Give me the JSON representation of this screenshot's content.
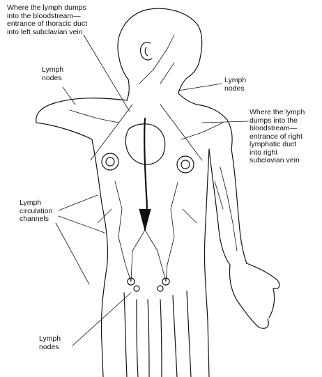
{
  "title": "",
  "labels": {
    "thoracic_duct": [
      "Where the lymph dumps",
      "into the bloodstream—",
      "entrance of thoracic duct",
      "into left subclavian vein"
    ],
    "lymph_nodes_left": [
      "Lymph",
      "nodes"
    ],
    "lymph_nodes_right": [
      "Lymph",
      "nodes"
    ],
    "right_lymphatic_duct": [
      "Where the lymph",
      "dumps into the",
      "bloodstream—",
      "entrance of right",
      "lymphatic duct",
      "into right",
      "subclavian vein"
    ],
    "lymph_channels": [
      "Lymph",
      "circulation",
      "channels"
    ],
    "lymph_nodes_bottom": [
      "Lymph",
      "nodes"
    ]
  },
  "colors": {
    "ink": "#111111",
    "background": "#ffffff"
  }
}
